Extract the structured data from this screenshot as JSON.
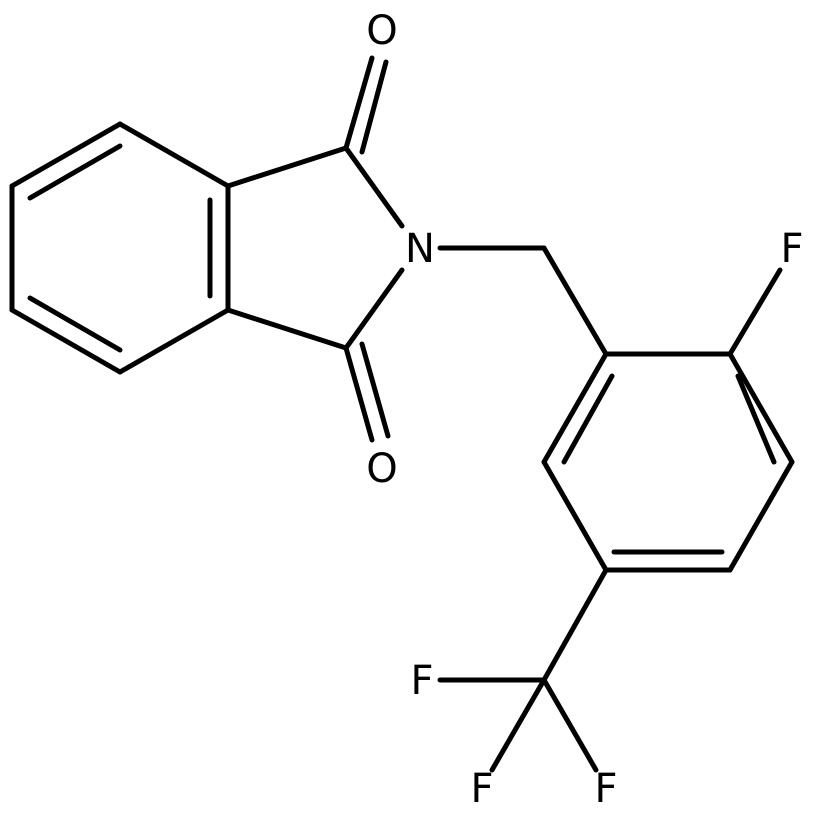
{
  "molecule": {
    "atoms": {
      "o_top": "O",
      "o_bottom": "O",
      "n": "N",
      "f_ring": "F",
      "f_cf3_left": "F",
      "f_cf3_bottom_left": "F",
      "f_cf3_bottom_right": "F"
    },
    "colors": {
      "bond": "#000000",
      "label": "#000000",
      "background": "#ffffff"
    }
  }
}
